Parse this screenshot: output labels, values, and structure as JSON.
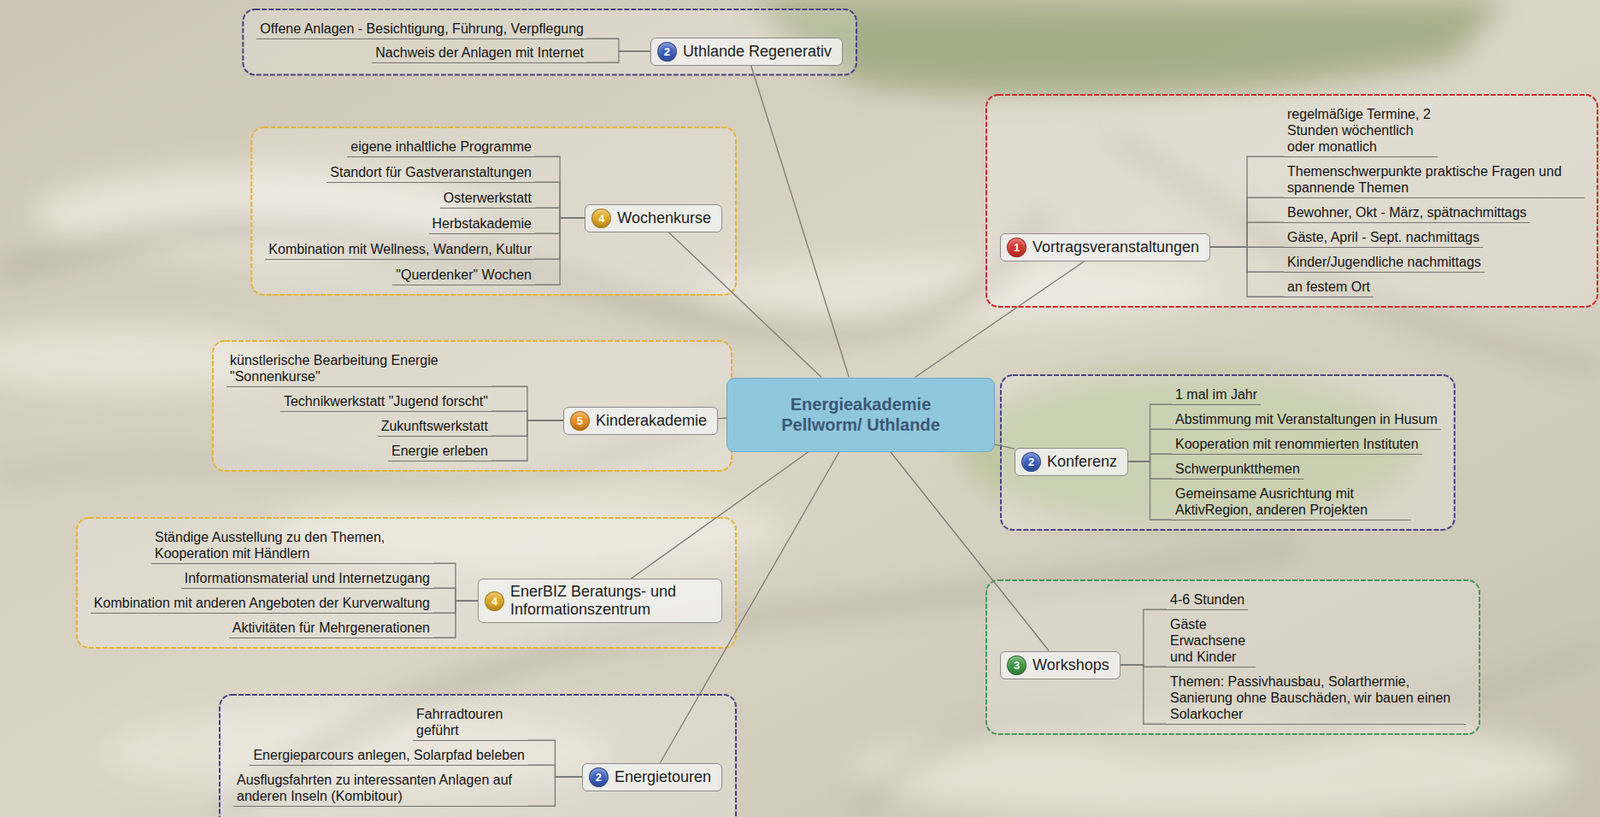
{
  "diagram": {
    "nodes": [
      {
        "text": [
          "Energieakademie Pellworm/ Uthlande"
        ]
      },
      {
        "text": [
          "1",
          "Vortragsveranstaltungen"
        ]
      },
      {
        "text": [
          "regelmäßige Termine, 2 Stunden wöchentlich oder monatlich"
        ]
      },
      {
        "text": [
          "Themenschwerpunkte praktische Fragen und spannende Themen"
        ]
      },
      {
        "text": [
          "Bewohner, Okt - März, spätnachmittags"
        ]
      },
      {
        "text": [
          "Gäste, April - Sept. nachmittags"
        ]
      },
      {
        "text": [
          "Kinder/Jugendliche nachmittags"
        ]
      },
      {
        "text": [
          "an festem Ort"
        ]
      },
      {
        "text": [
          "2",
          "Konferenz"
        ]
      },
      {
        "text": [
          "1 mal im Jahr"
        ]
      },
      {
        "text": [
          "Abstimmung mit Veranstaltungen in Husum"
        ]
      },
      {
        "text": [
          "Kooperation mit renommierten Instituten"
        ]
      },
      {
        "text": [
          "Schwerpunktthemen"
        ]
      },
      {
        "text": [
          "Gemeinsame Ausrichtung mit AktivRegion, anderen Projekten"
        ]
      },
      {
        "text": [
          "3",
          "Workshops"
        ]
      },
      {
        "text": [
          "4-6 Stunden"
        ]
      },
      {
        "text": [
          "Gäste Erwachsene und Kinder"
        ]
      },
      {
        "text": [
          "Themen: Passivhausbau, Solarthermie, Sanierung ohne Bauschäden, wir bauen einen Solarkocher"
        ]
      },
      {
        "text": [
          "2",
          "Uthlande Regenerativ"
        ]
      },
      {
        "text": [
          "Offene Anlagen - Besichtigung, Führung, Verpflegung"
        ]
      },
      {
        "text": [
          "Nachweis der Anlagen mit Internet"
        ]
      },
      {
        "text": [
          "4",
          "Wochenkurse"
        ]
      },
      {
        "text": [
          "eigene inhaltliche Programme"
        ]
      },
      {
        "text": [
          "Standort für Gastveranstaltungen"
        ]
      },
      {
        "text": [
          "Osterwerkstatt"
        ]
      },
      {
        "text": [
          "Herbstakademie"
        ]
      },
      {
        "text": [
          "Kombination mit Wellness, Wandern, Kultur"
        ]
      },
      {
        "text": [
          "\"Querdenker\" Wochen"
        ]
      },
      {
        "text": [
          "5",
          "Kinderakademie"
        ]
      },
      {
        "text": [
          "künstlerische Bearbeitung Energie \"Sonnenkurse\""
        ]
      },
      {
        "text": [
          "Technikwerkstatt \"Jugend forscht\""
        ]
      },
      {
        "text": [
          "Zukunftswerkstatt"
        ]
      },
      {
        "text": [
          "Energie erleben"
        ]
      },
      {
        "text": [
          "4",
          "EnerBIZ Beratungs- und Informationszentrum"
        ]
      },
      {
        "text": [
          "Ständige Ausstellung zu den Themen, Kooperation mit Händlern"
        ]
      },
      {
        "text": [
          "Informationsmaterial und Internetzugang"
        ]
      },
      {
        "text": [
          "Kombination mit anderen Angeboten der Kurverwaltung"
        ]
      },
      {
        "text": [
          "Aktivitäten für Mehrgenerationen"
        ]
      },
      {
        "text": [
          "2",
          "Energietouren"
        ]
      },
      {
        "text": [
          "Fahrradtouren geführt"
        ]
      },
      {
        "text": [
          "Energieparcours anlegen, Solarpfad beleben"
        ]
      },
      {
        "text": [
          "Ausflugsfahrten zu interessanten Anlagen auf anderen Inseln (Kombitour)"
        ]
      }
    ],
    "edges": [
      {
        "from": 0,
        "to": 1,
        "arrow": "none"
      },
      {
        "from": 0,
        "to": 8,
        "arrow": "none"
      },
      {
        "from": 0,
        "to": 14,
        "arrow": "none"
      },
      {
        "from": 0,
        "to": 18,
        "arrow": "none"
      },
      {
        "from": 0,
        "to": 21,
        "arrow": "none"
      },
      {
        "from": 0,
        "to": 28,
        "arrow": "none"
      },
      {
        "from": 0,
        "to": 33,
        "arrow": "none"
      },
      {
        "from": 0,
        "to": 38,
        "arrow": "none"
      },
      {
        "from": 1,
        "to": 2,
        "arrow": "none"
      },
      {
        "from": 1,
        "to": 3,
        "arrow": "none"
      },
      {
        "from": 1,
        "to": 4,
        "arrow": "none"
      },
      {
        "from": 1,
        "to": 5,
        "arrow": "none"
      },
      {
        "from": 1,
        "to": 6,
        "arrow": "none"
      },
      {
        "from": 1,
        "to": 7,
        "arrow": "none"
      },
      {
        "from": 8,
        "to": 9,
        "arrow": "none"
      },
      {
        "from": 8,
        "to": 10,
        "arrow": "none"
      },
      {
        "from": 8,
        "to": 11,
        "arrow": "none"
      },
      {
        "from": 8,
        "to": 12,
        "arrow": "none"
      },
      {
        "from": 8,
        "to": 13,
        "arrow": "none"
      },
      {
        "from": 14,
        "to": 15,
        "arrow": "none"
      },
      {
        "from": 14,
        "to": 16,
        "arrow": "none"
      },
      {
        "from": 14,
        "to": 17,
        "arrow": "none"
      },
      {
        "from": 18,
        "to": 19,
        "arrow": "none"
      },
      {
        "from": 18,
        "to": 20,
        "arrow": "none"
      },
      {
        "from": 21,
        "to": 22,
        "arrow": "none"
      },
      {
        "from": 21,
        "to": 23,
        "arrow": "none"
      },
      {
        "from": 21,
        "to": 24,
        "arrow": "none"
      },
      {
        "from": 21,
        "to": 25,
        "arrow": "none"
      },
      {
        "from": 21,
        "to": 26,
        "arrow": "none"
      },
      {
        "from": 21,
        "to": 27,
        "arrow": "none"
      },
      {
        "from": 28,
        "to": 29,
        "arrow": "none"
      },
      {
        "from": 28,
        "to": 30,
        "arrow": "none"
      },
      {
        "from": 28,
        "to": 31,
        "arrow": "none"
      },
      {
        "from": 28,
        "to": 32,
        "arrow": "none"
      },
      {
        "from": 33,
        "to": 34,
        "arrow": "none"
      },
      {
        "from": 33,
        "to": 35,
        "arrow": "none"
      },
      {
        "from": 33,
        "to": 36,
        "arrow": "none"
      },
      {
        "from": 33,
        "to": 37,
        "arrow": "none"
      },
      {
        "from": 38,
        "to": 39,
        "arrow": "none"
      },
      {
        "from": 38,
        "to": 40,
        "arrow": "none"
      },
      {
        "from": 38,
        "to": 41,
        "arrow": "none"
      }
    ]
  }
}
